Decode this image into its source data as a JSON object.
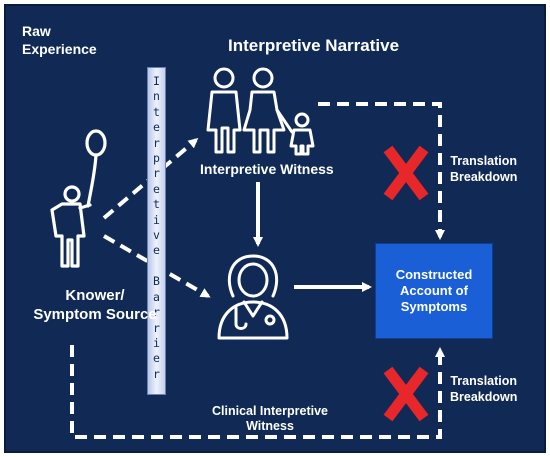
{
  "labels": {
    "raw_experience": "Raw\nExperience",
    "title": "Interpretive Narrative",
    "interpretive_witness": "Interpretive Witness",
    "knower": "Knower/\nSymptom Source",
    "translation_breakdown_top": "Translation\nBreakdown",
    "translation_breakdown_bottom": "Translation\nBreakdown",
    "clinical_witness": "Clinical Interpretive Witness",
    "barrier": "Interpretive Barrier",
    "constructed_account": "Constructed\nAccount of\nSymptoms"
  },
  "icons": {
    "family": "family-icon",
    "person_balloon": "person-with-balloon-icon",
    "doctor": "doctor-icon",
    "breakdown": "red-x-icon"
  },
  "colors": {
    "background": "#102a55",
    "box": "#1a5fd6",
    "cross": "#e8272b",
    "line": "#ffffff"
  }
}
